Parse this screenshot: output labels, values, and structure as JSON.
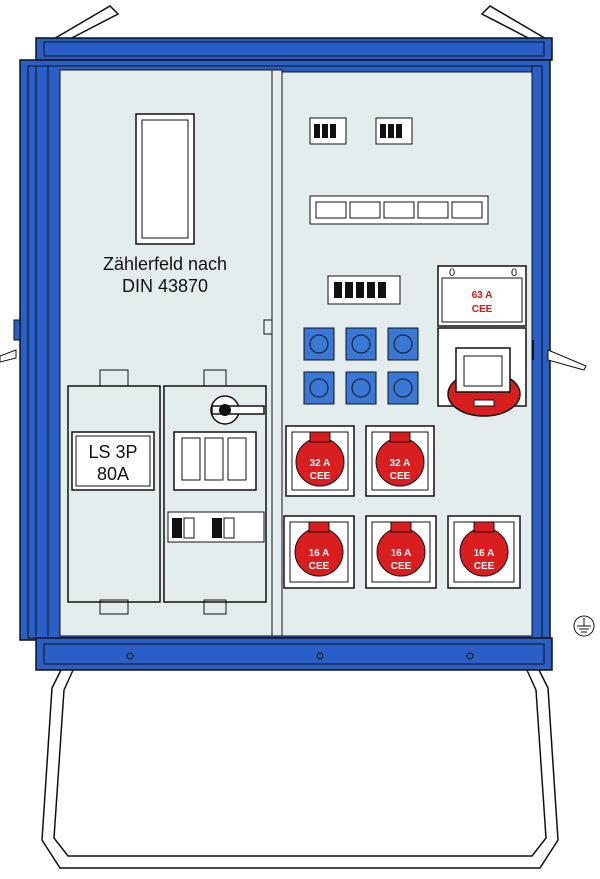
{
  "meter_field": {
    "line1": "Zählerfeld nach",
    "line2": "DIN 43870"
  },
  "main_breaker": {
    "line1": "LS 3P",
    "line2": "80A"
  },
  "socket_63a": {
    "rating": "63 A",
    "type": "CEE",
    "marks": [
      "0",
      "0"
    ]
  },
  "sockets_32a": [
    {
      "rating": "32 A",
      "type": "CEE"
    },
    {
      "rating": "32 A",
      "type": "CEE"
    }
  ],
  "sockets_16a": [
    {
      "rating": "16 A",
      "type": "CEE"
    },
    {
      "rating": "16 A",
      "type": "CEE"
    },
    {
      "rating": "16 A",
      "type": "CEE"
    }
  ],
  "schuko_count": 6,
  "colors": {
    "frame_blue": "#2a5fc7",
    "panel_grey": "#e4eded",
    "cee_red": "#d81e1e",
    "schuko_blue": "#3a78d6"
  },
  "icons": [
    "ground-icon",
    "handle-icon",
    "isolator-switch-icon"
  ]
}
